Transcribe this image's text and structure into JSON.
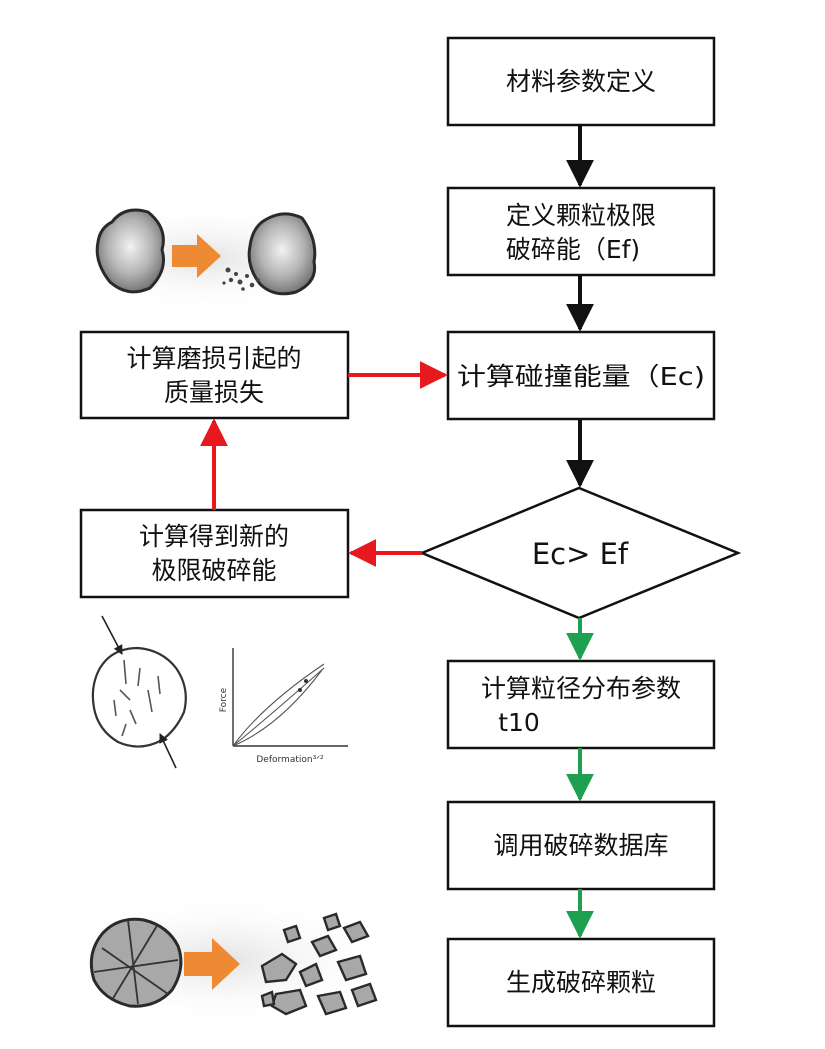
{
  "colors": {
    "black_arrow": "#111111",
    "red_arrow": "#e8191e",
    "green_arrow": "#1fa050",
    "orange_arrow": "#ef8a34",
    "particle_gray": "#9a9a9a"
  },
  "nodes": {
    "material_def": {
      "lines": [
        "材料参数定义"
      ]
    },
    "define_ef": {
      "lines": [
        "定义颗粒极限",
        "破碎能（Ef)"
      ]
    },
    "calc_ec": {
      "lines": [
        "计算碰撞能量（Ec)"
      ]
    },
    "decision": {
      "lines": [
        "Ec> Ef"
      ]
    },
    "calc_t10": {
      "lines": [
        "计算粒径分布参数",
        "t10"
      ]
    },
    "call_db": {
      "lines": [
        "调用破碎数据库"
      ]
    },
    "gen_particles": {
      "lines": [
        "生成破碎颗粒"
      ]
    },
    "calc_wear": {
      "lines": [
        "计算磨损引起的",
        "质量损失"
      ]
    },
    "calc_new_ef": {
      "lines": [
        "计算得到新的",
        "极限破碎能"
      ]
    }
  },
  "illustrations": {
    "force_graph": {
      "ylabel": "Force",
      "xlabel": "Deformation³ᐟ²"
    }
  }
}
